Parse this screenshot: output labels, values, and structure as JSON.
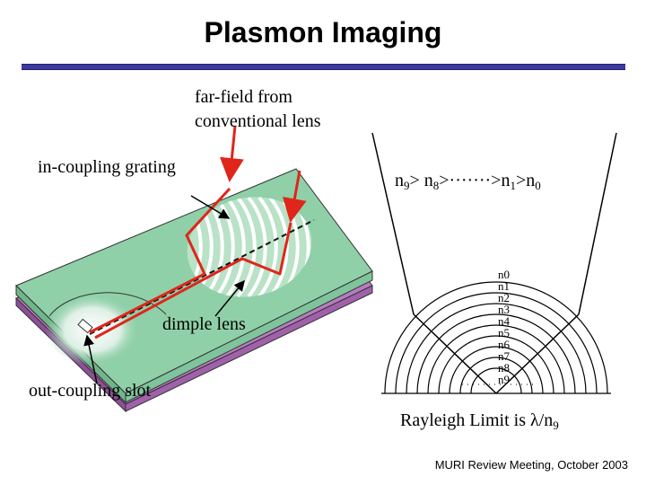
{
  "title": "Plasmon Imaging",
  "labels": {
    "far_field_line1": "far-field from",
    "far_field_line2": "conventional lens",
    "in_coupling": "in-coupling grating",
    "dimple_lens": "dimple lens",
    "out_coupling": "out-coupling slot"
  },
  "index_order": {
    "n9": "n",
    "n9_sub": "9",
    "gt1": "> ",
    "n8": "n",
    "n8_sub": "8",
    "dots": ">·······>",
    "n1": "n",
    "n1_sub": "1",
    "gt2": ">",
    "n0": "n",
    "n0_sub": "0"
  },
  "layer_labels": [
    "n0",
    "n1",
    "n2",
    "n3",
    "n4",
    "n5",
    "n6",
    "n7",
    "n8",
    "n9"
  ],
  "rayleigh": {
    "prefix": "Rayleigh Limit is ",
    "lambda": "λ",
    "slash": "/n",
    "sub": "9"
  },
  "footer": "MURI Review Meeting, October 2003",
  "colors": {
    "rule": "#3a3aa0",
    "top_slab": "#8fd0a8",
    "bottom_slab": "#b77cc0",
    "rays": "#e0251b"
  }
}
